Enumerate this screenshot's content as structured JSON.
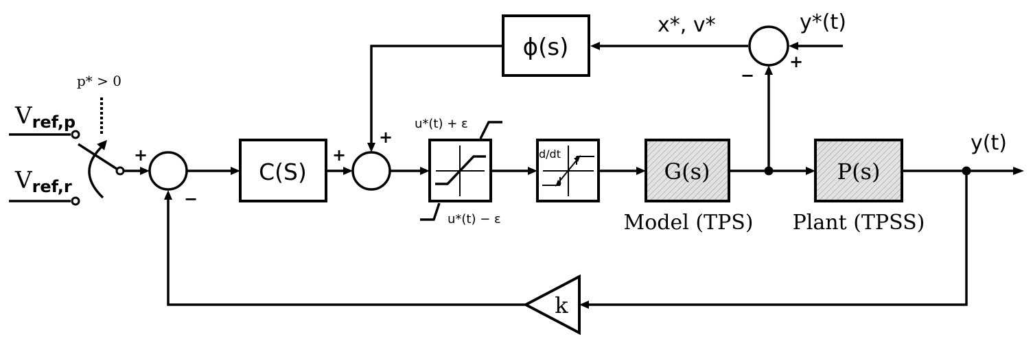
{
  "blocks": {
    "phi": "ϕ(s)",
    "controller": "C(S)",
    "model": "G(s)",
    "plant": "P(s)",
    "gain": "k",
    "derivative": "d/dt"
  },
  "captions": {
    "model": "Model (TPS)",
    "plant": "Plant (TPSS)"
  },
  "signals": {
    "vref_p": "V",
    "vref_p_sub": "ref,p",
    "vref_r": "V",
    "vref_r_sub": "ref,r",
    "switch_condition": "p* > 0",
    "feedback_states": "x*, v*",
    "reference_traj": "y*(t)",
    "output": "y(t)",
    "sat_upper": "u*(t) + ε",
    "sat_lower": "u*(t) − ε"
  },
  "signs": {
    "sum1_plus": "+",
    "sum1_minus": "−",
    "sum2_plus_left": "+",
    "sum2_plus_top": "+",
    "sum3_minus": "−",
    "sum3_plus": "+"
  },
  "colors": {
    "stroke": "#000000",
    "shaded_fill": "#d9d9d9"
  }
}
